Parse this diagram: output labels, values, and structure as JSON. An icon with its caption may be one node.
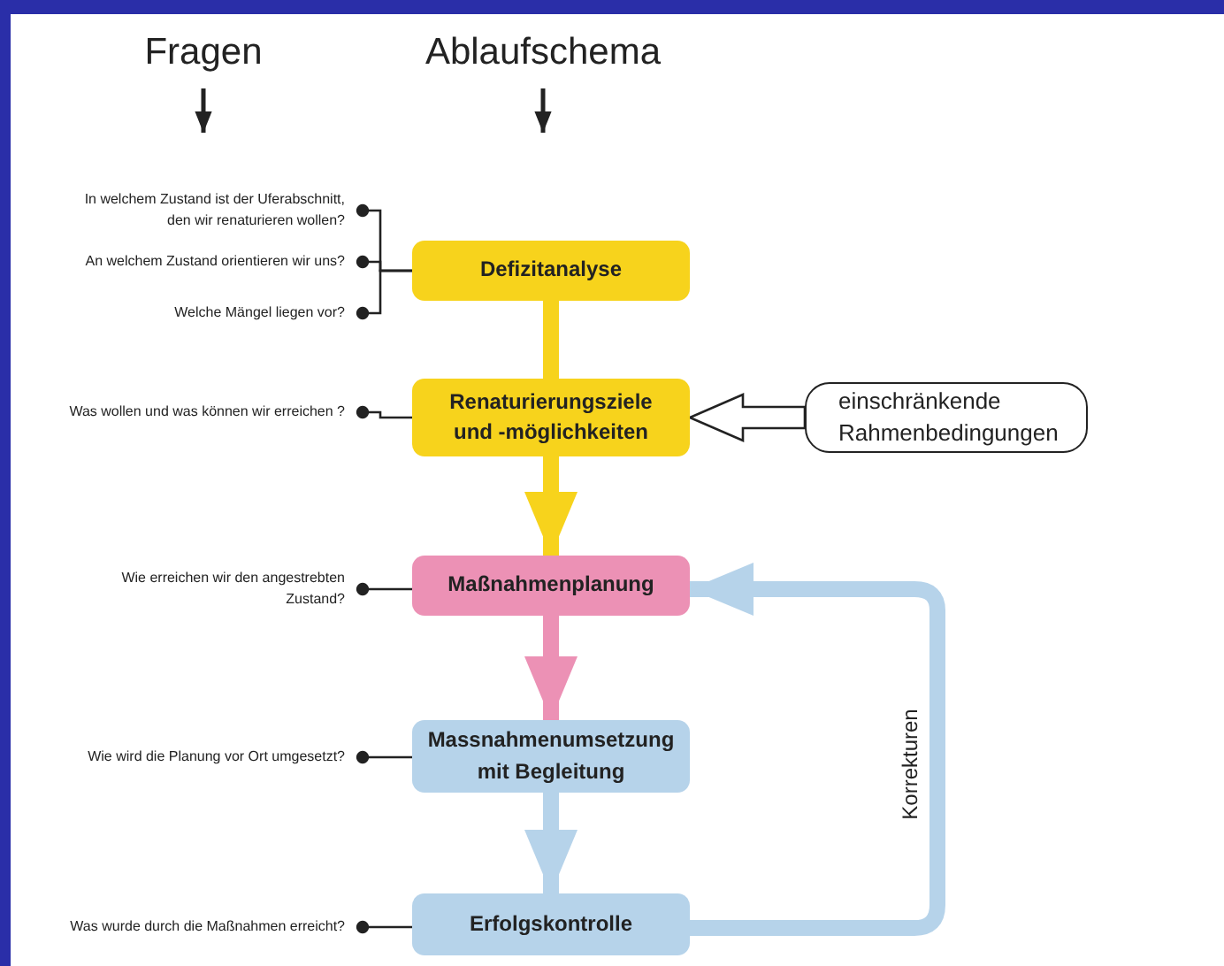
{
  "diagram": {
    "nodes": [
      {
        "text": [
          "Fragen"
        ]
      },
      {
        "text": [
          "Ablaufschema"
        ]
      },
      {
        "text": [
          "In welchem Zustand ist der Uferabschnitt, den wir renaturieren wollen?"
        ]
      },
      {
        "text": [
          "An welchem Zustand orientieren wir uns?"
        ]
      },
      {
        "text": [
          "Welche Mängel liegen vor?"
        ]
      },
      {
        "text": [
          "Defizitanalyse"
        ]
      },
      {
        "text": [
          "Was wollen und was können wir erreichen ?"
        ]
      },
      {
        "text": [
          "Renaturierungsziele und -möglichkeiten"
        ]
      },
      {
        "text": [
          "einschränkende Rahmenbedingungen"
        ]
      },
      {
        "text": [
          "Wie erreichen wir den angestrebten Zustand?"
        ]
      },
      {
        "text": [
          "Maßnahmenplanung"
        ]
      },
      {
        "text": [
          "Wie wird die Planung vor Ort umgesetzt?"
        ]
      },
      {
        "text": [
          "Massnahmenumsetzung mit Begleitung"
        ]
      },
      {
        "text": [
          "Was wurde durch die Maßnahmen erreicht?"
        ]
      },
      {
        "text": [
          "Erfolgskontrolle"
        ]
      }
    ],
    "edges": [
      {
        "from": 0,
        "to": null,
        "arrow": "to"
      },
      {
        "from": 1,
        "to": null,
        "arrow": "to"
      },
      {
        "from": 2,
        "to": 5,
        "arrow": "other"
      },
      {
        "from": 3,
        "to": 5,
        "arrow": "other"
      },
      {
        "from": 4,
        "to": 5,
        "arrow": "other"
      },
      {
        "from": 5,
        "to": 7,
        "arrow": "none",
        "style": "thick",
        "color": "#f7d31c"
      },
      {
        "from": 6,
        "to": 7,
        "arrow": "other"
      },
      {
        "from": 7,
        "to": 10,
        "arrow": "to",
        "style": "thick",
        "color": "#f7d31c"
      },
      {
        "from": 8,
        "to": 7,
        "arrow": "to"
      },
      {
        "from": 9,
        "to": 10,
        "arrow": "other"
      },
      {
        "from": 10,
        "to": 12,
        "arrow": "to",
        "style": "thick",
        "color": "#ec91b5"
      },
      {
        "from": 11,
        "to": 12,
        "arrow": "other"
      },
      {
        "from": 12,
        "to": 14,
        "arrow": "to",
        "style": "thick",
        "color": "#b6d3ea"
      },
      {
        "from": 13,
        "to": 14,
        "arrow": "other"
      },
      {
        "from": 14,
        "to": 10,
        "arrow": "to",
        "style": "thick",
        "color": "#b6d3ea",
        "label": "Korrekturen"
      }
    ]
  }
}
